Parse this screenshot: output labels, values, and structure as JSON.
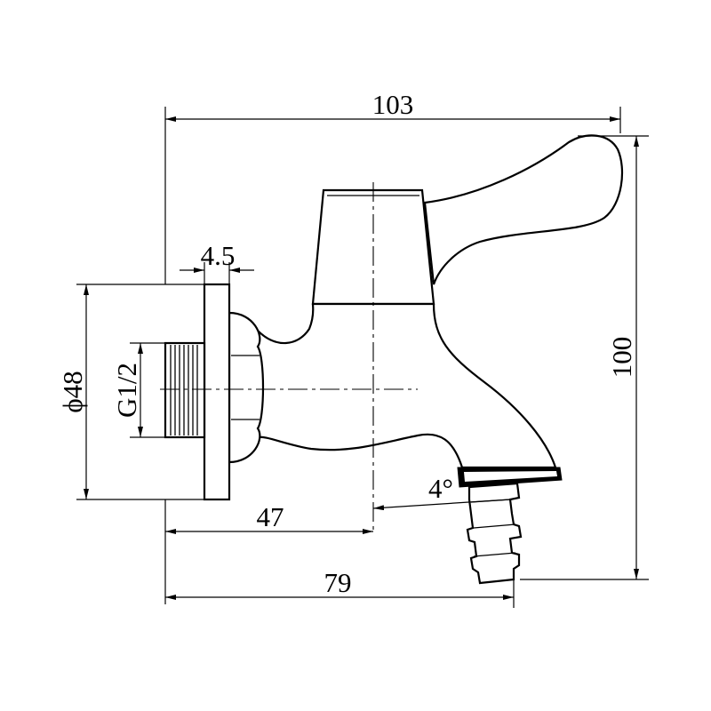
{
  "dimensions": {
    "overall_length": "103",
    "overall_height": "100",
    "flange_thickness": "4.5",
    "flange_diameter": "ϕ48",
    "thread_size": "G1/2",
    "spout_axis_offset": "47",
    "outlet_offset": "79",
    "spout_angle": "4°"
  },
  "colors": {
    "line": "#000000",
    "background": "#ffffff"
  }
}
